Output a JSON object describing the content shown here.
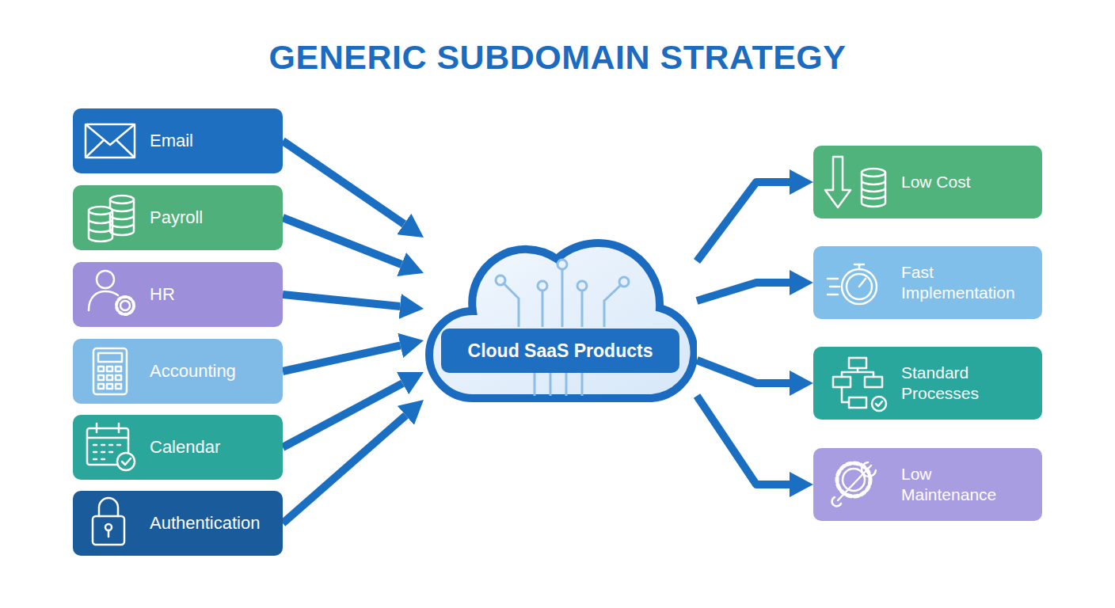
{
  "diagram": {
    "title": "GENERIC SUBDOMAIN STRATEGY",
    "nodes": [
      {
        "text": [
          "Email"
        ]
      },
      {
        "text": [
          "Payroll"
        ]
      },
      {
        "text": [
          "HR"
        ]
      },
      {
        "text": [
          "Accounting"
        ]
      },
      {
        "text": [
          "Calendar"
        ]
      },
      {
        "text": [
          "Authentication"
        ]
      },
      {
        "text": [
          "Cloud SaaS Products"
        ]
      },
      {
        "text": [
          "Low Cost"
        ]
      },
      {
        "text": [
          "Fast Implementation"
        ]
      },
      {
        "text": [
          "Standard Processes"
        ]
      },
      {
        "text": [
          "Low Maintenance"
        ]
      }
    ],
    "edges": [
      {
        "from": 0,
        "to": 6,
        "arrow": "to"
      },
      {
        "from": 1,
        "to": 6,
        "arrow": "to"
      },
      {
        "from": 2,
        "to": 6,
        "arrow": "to"
      },
      {
        "from": 3,
        "to": 6,
        "arrow": "to"
      },
      {
        "from": 4,
        "to": 6,
        "arrow": "to"
      },
      {
        "from": 5,
        "to": 6,
        "arrow": "to"
      },
      {
        "from": 6,
        "to": 7,
        "arrow": "to"
      },
      {
        "from": 6,
        "to": 8,
        "arrow": "to"
      },
      {
        "from": 6,
        "to": 9,
        "arrow": "to"
      },
      {
        "from": 6,
        "to": 10,
        "arrow": "to"
      }
    ]
  }
}
